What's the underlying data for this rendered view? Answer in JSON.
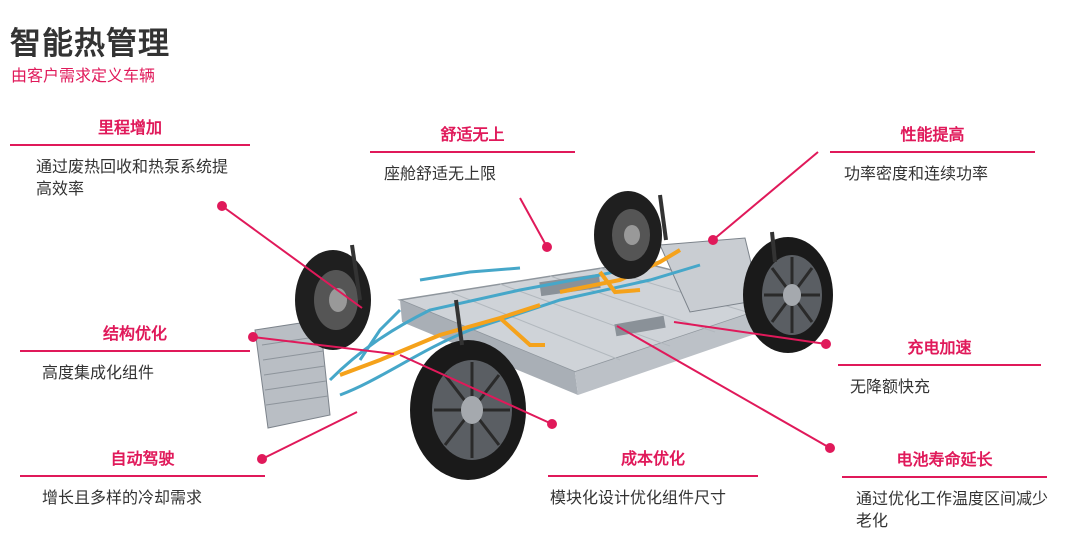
{
  "header": {
    "title": "智能热管理",
    "subtitle": "由客户需求定义车辆"
  },
  "colors": {
    "accent": "#e0195a",
    "coolant_blue": "#46a7c9",
    "coolant_orange": "#f5a21b"
  },
  "features": [
    {
      "title": "里程增加",
      "desc": "通过废热回收和热泵系统提高效率"
    },
    {
      "title": "舒适无上",
      "desc": "座舱舒适无上限"
    },
    {
      "title": "性能提高",
      "desc": "功率密度和连续功率"
    },
    {
      "title": "结构优化",
      "desc": "高度集成化组件"
    },
    {
      "title": "充电加速",
      "desc": "无降额快充"
    },
    {
      "title": "自动驾驶",
      "desc": "增长且多样的冷却需求"
    },
    {
      "title": "成本优化",
      "desc": "模块化设计优化组件尺寸"
    },
    {
      "title": "电池寿命延长",
      "desc": "通过优化工作温度区间减少老化"
    }
  ]
}
